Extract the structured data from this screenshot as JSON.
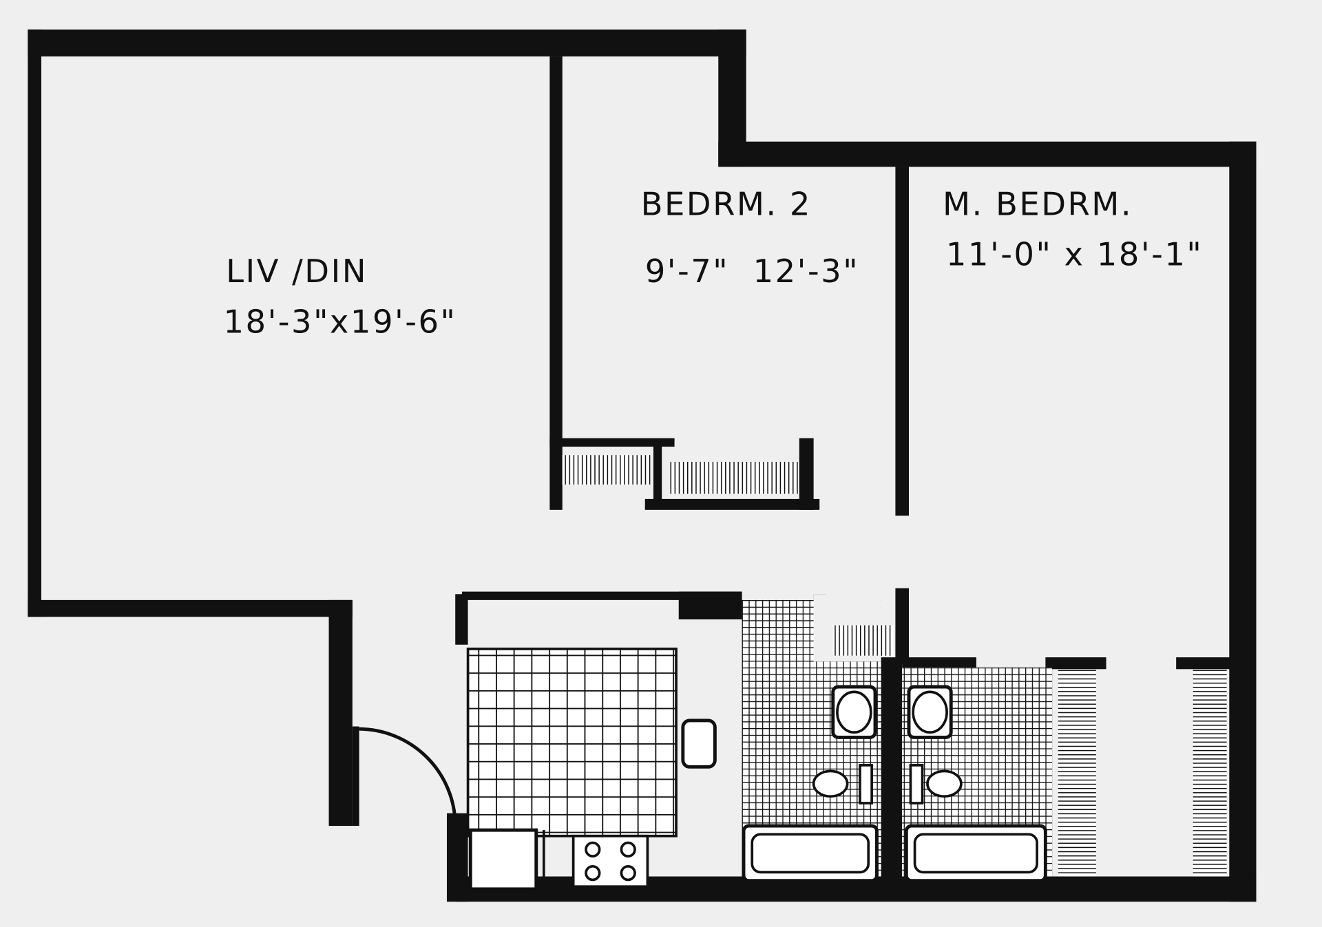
{
  "rooms": {
    "living": {
      "name": "LIV /DIN",
      "size": "18'-3\"x19'-6\""
    },
    "bedroom2": {
      "name": "BEDRM. 2",
      "size": "9'-7\"  12'-3\""
    },
    "master": {
      "name": "M. BEDRM.",
      "size": "11'-0\" x 18'-1\""
    }
  },
  "colors": {
    "wall": "#111111",
    "paper": "#efefef"
  }
}
